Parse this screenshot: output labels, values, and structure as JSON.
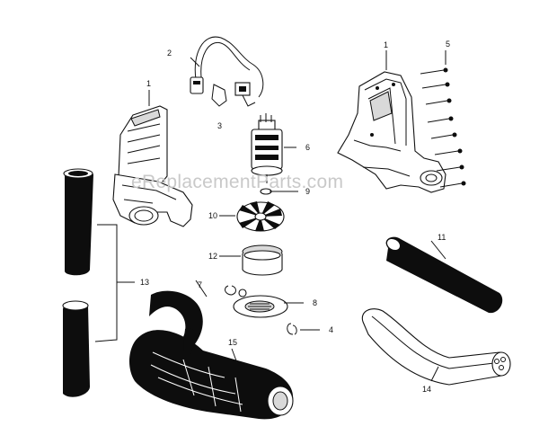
{
  "diagram": {
    "watermark": "eReplacementParts.com",
    "callouts": [
      {
        "id": "1a",
        "text": "1"
      },
      {
        "id": "1b",
        "text": "1"
      },
      {
        "id": "2",
        "text": "2"
      },
      {
        "id": "3",
        "text": "3"
      },
      {
        "id": "4",
        "text": "4"
      },
      {
        "id": "5",
        "text": "5"
      },
      {
        "id": "6",
        "text": "6"
      },
      {
        "id": "7",
        "text": "7"
      },
      {
        "id": "8",
        "text": "8"
      },
      {
        "id": "9",
        "text": "9"
      },
      {
        "id": "10",
        "text": "10"
      },
      {
        "id": "11",
        "text": "11"
      },
      {
        "id": "12",
        "text": "12"
      },
      {
        "id": "13",
        "text": "13"
      },
      {
        "id": "14",
        "text": "14"
      },
      {
        "id": "15",
        "text": "15"
      }
    ]
  }
}
